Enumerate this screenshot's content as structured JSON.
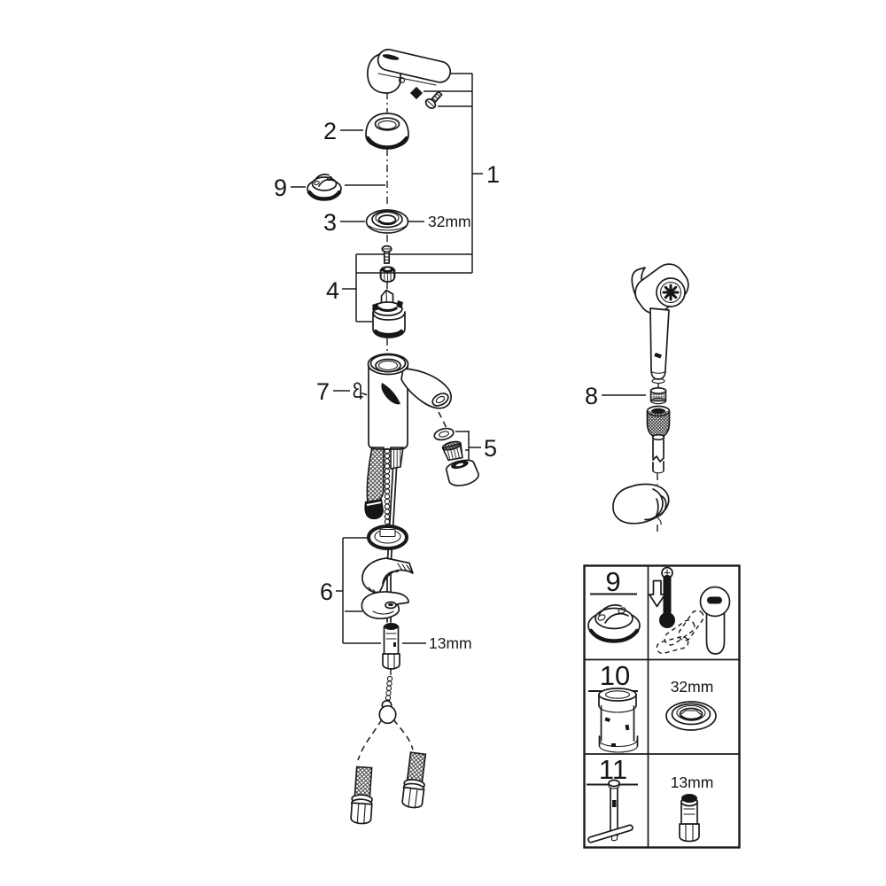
{
  "colors": {
    "line": "#1a1a1a",
    "background": "#ffffff"
  },
  "diagram": {
    "name": "exploded parts diagram - single-lever basin mixer with hand spray",
    "callouts": {
      "1": "1",
      "2": "2",
      "3": "3",
      "4": "4",
      "5": "5",
      "6": "6",
      "7": "7",
      "8": "8",
      "9": "9"
    },
    "dimensions": {
      "cap_ring": "32mm",
      "mounting_stud": "13mm"
    }
  },
  "parts_table": {
    "rows": [
      {
        "id": "9",
        "left_icon": "temperature-limiter-cap-icon",
        "right_icon": "thermometer-down-and-lever-icon",
        "size": ""
      },
      {
        "id": "10",
        "left_icon": "cartridge-socket-tool-icon",
        "right_icon": "ring-nut-icon",
        "size": "32mm"
      },
      {
        "id": "11",
        "left_icon": "t-socket-wrench-icon",
        "right_icon": "threaded-stud-icon",
        "size": "13mm"
      }
    ]
  }
}
